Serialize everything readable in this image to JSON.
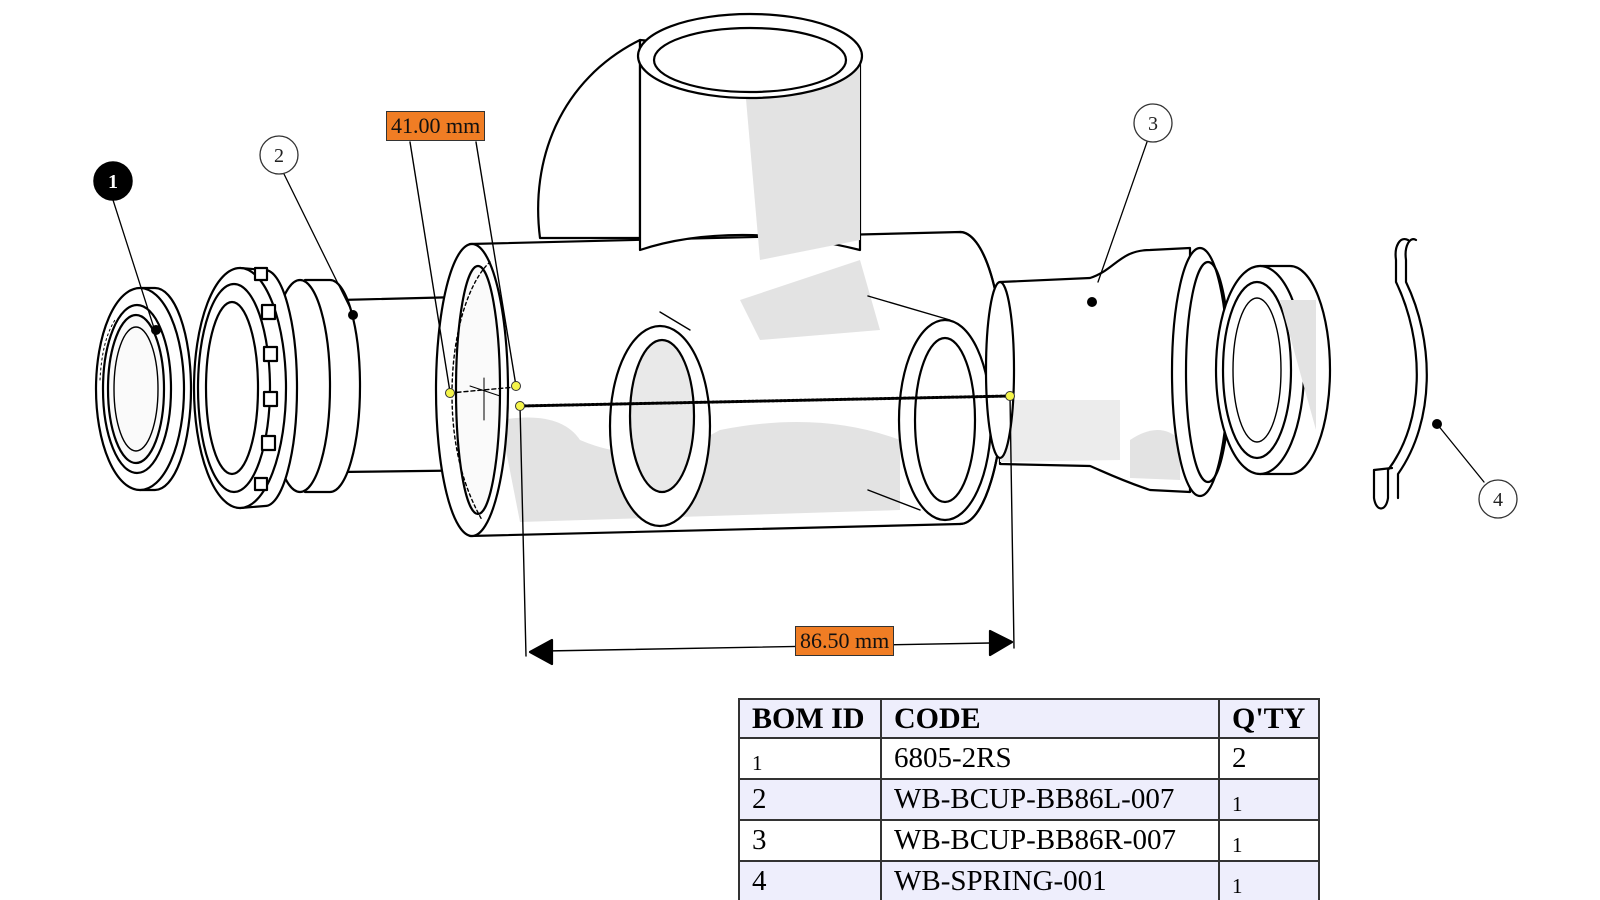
{
  "callouts": [
    {
      "id": "1",
      "style": "filled"
    },
    {
      "id": "2",
      "style": "outline"
    },
    {
      "id": "3",
      "style": "outline"
    },
    {
      "id": "4",
      "style": "outline"
    }
  ],
  "dimensions": {
    "shell_width": "41.00 mm",
    "bb_width": "86.50 mm"
  },
  "bom": {
    "headers": [
      "BOM ID",
      "CODE",
      "Q'TY"
    ],
    "rows": [
      {
        "id": "1",
        "code": "6805-2RS",
        "qty": "2"
      },
      {
        "id": "2",
        "code": "WB-BCUP-BB86L-007",
        "qty": "1"
      },
      {
        "id": "3",
        "code": "WB-BCUP-BB86R-007",
        "qty": "1"
      },
      {
        "id": "4",
        "code": "WB-SPRING-001",
        "qty": "1"
      }
    ]
  },
  "colors": {
    "dimension_label_bg": "#f07d24",
    "table_alt_row": "#eeeefc",
    "shading": "#e3e3e3",
    "measure_point": "#f5f54a"
  }
}
